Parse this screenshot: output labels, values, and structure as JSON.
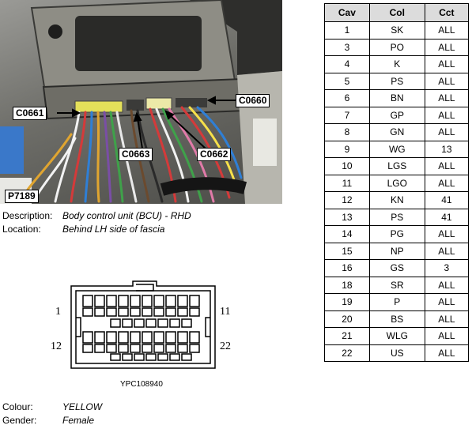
{
  "photo": {
    "callouts": {
      "c0661": "C0661",
      "c0660": "C0660",
      "c0663": "C0663",
      "c0662": "C0662",
      "p7189": "P7189"
    }
  },
  "description": {
    "label": "Description:",
    "value": "Body control unit (BCU) - RHD"
  },
  "location": {
    "label": "Location:",
    "value": "Behind LH side of fascia"
  },
  "connector": {
    "pin_first_top": "1",
    "pin_last_top": "11",
    "pin_first_bottom": "12",
    "pin_last_bottom": "22",
    "part_number": "YPC108940"
  },
  "colour": {
    "label": "Colour:",
    "value": "YELLOW"
  },
  "gender": {
    "label": "Gender:",
    "value": "Female"
  },
  "table": {
    "headers": [
      "Cav",
      "Col",
      "Cct"
    ],
    "rows": [
      [
        "1",
        "SK",
        "ALL"
      ],
      [
        "3",
        "PO",
        "ALL"
      ],
      [
        "4",
        "K",
        "ALL"
      ],
      [
        "5",
        "PS",
        "ALL"
      ],
      [
        "6",
        "BN",
        "ALL"
      ],
      [
        "7",
        "GP",
        "ALL"
      ],
      [
        "8",
        "GN",
        "ALL"
      ],
      [
        "9",
        "WG",
        "13"
      ],
      [
        "10",
        "LGS",
        "ALL"
      ],
      [
        "11",
        "LGO",
        "ALL"
      ],
      [
        "12",
        "KN",
        "41"
      ],
      [
        "13",
        "PS",
        "41"
      ],
      [
        "14",
        "PG",
        "ALL"
      ],
      [
        "15",
        "NP",
        "ALL"
      ],
      [
        "16",
        "GS",
        "3"
      ],
      [
        "18",
        "SR",
        "ALL"
      ],
      [
        "19",
        "P",
        "ALL"
      ],
      [
        "20",
        "BS",
        "ALL"
      ],
      [
        "21",
        "WLG",
        "ALL"
      ],
      [
        "22",
        "US",
        "ALL"
      ]
    ]
  }
}
